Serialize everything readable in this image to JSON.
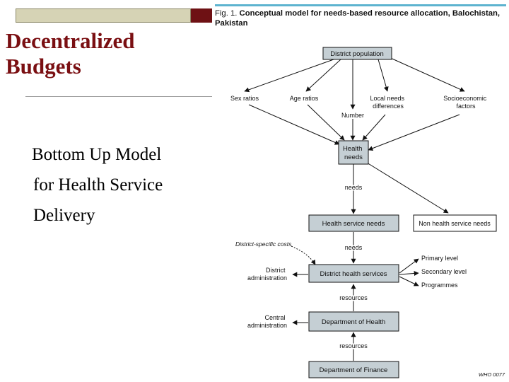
{
  "slide": {
    "title_line1": "Decentralized",
    "title_line2": "Budgets",
    "subtitle_lines": [
      "Bottom Up Model",
      "for Health Service",
      "Delivery"
    ]
  },
  "figure": {
    "caption_num": "Fig. 1.",
    "caption_text": "Conceptual model for needs-based resource allocation, Balochistan, Pakistan",
    "credit": "WHO 0077",
    "nodes": {
      "district_population": "District population",
      "sex_ratios": "Sex ratios",
      "age_ratios": "Age ratios",
      "number": "Number",
      "local_needs": [
        "Local needs",
        "differences"
      ],
      "socioeconomic": [
        "Socioeconomic",
        "factors"
      ],
      "health_needs": [
        "Health",
        "needs"
      ],
      "health_service_needs": "Health service needs",
      "non_health_service_needs": "Non health service needs",
      "district_specific_costs": "District-specific costs",
      "district_health_services": "District health services",
      "district_administration": [
        "District",
        "administration"
      ],
      "primary_level": "Primary level",
      "secondary_level": "Secondary level",
      "programmes": "Programmes",
      "department_of_health": "Department of  Health",
      "central_administration": [
        "Central",
        "administration"
      ],
      "department_of_finance": "Department of  Finance"
    },
    "edge_labels": {
      "needs_1": "needs",
      "needs_2": "needs",
      "resources_1": "resources",
      "resources_2": "resources"
    }
  }
}
